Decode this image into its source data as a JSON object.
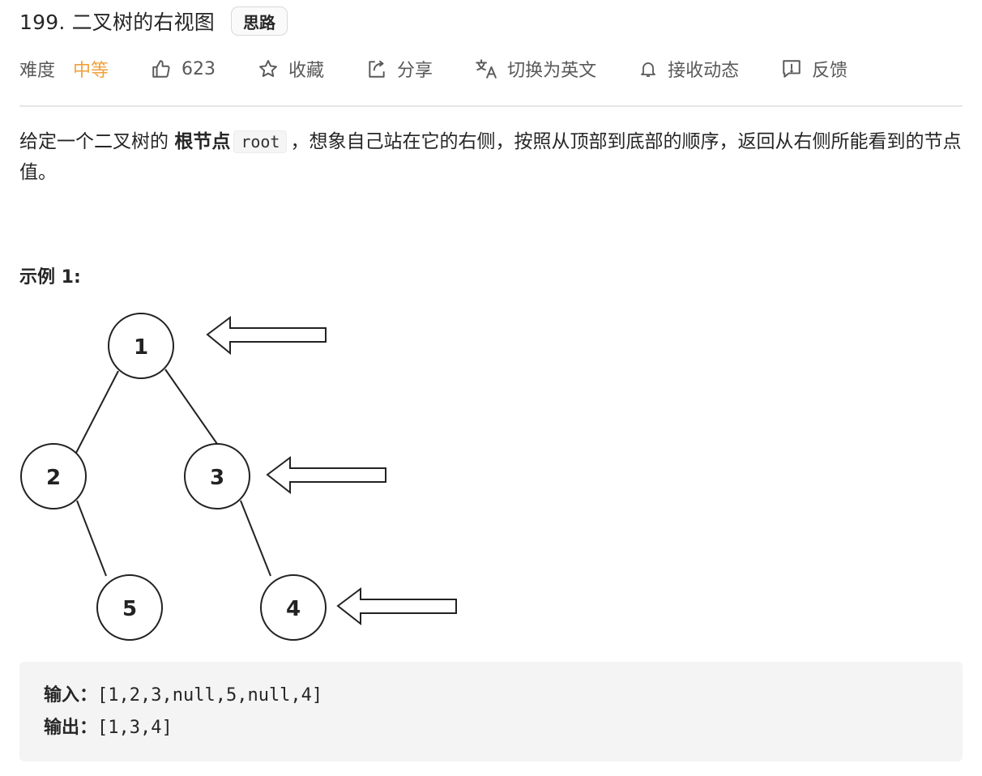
{
  "problem": {
    "title": "199. 二叉树的右视图",
    "hint_badge": "思路"
  },
  "meta": {
    "difficulty_label": "难度",
    "difficulty_value": "中等",
    "likes": "623",
    "favorite": "收藏",
    "share": "分享",
    "translate": "切换为英文",
    "subscribe": "接收动态",
    "feedback": "反馈"
  },
  "description": {
    "part1": "给定一个二叉树的 ",
    "bold": "根节点",
    "code": "root",
    "part2": "，想象自己站在它的右侧，按照从顶部到底部的顺序，返回从右侧所能看到的节点值。"
  },
  "example": {
    "title": "示例 1:",
    "input_label": "输入：",
    "input_value": "[1,2,3,null,5,null,4]",
    "output_label": "输出：",
    "output_value": "[1,3,4]"
  },
  "tree": {
    "nodes": [
      "1",
      "2",
      "3",
      "5",
      "4"
    ]
  },
  "colors": {
    "difficulty": "#f0a13b",
    "text": "#262626",
    "muted": "#595959"
  }
}
